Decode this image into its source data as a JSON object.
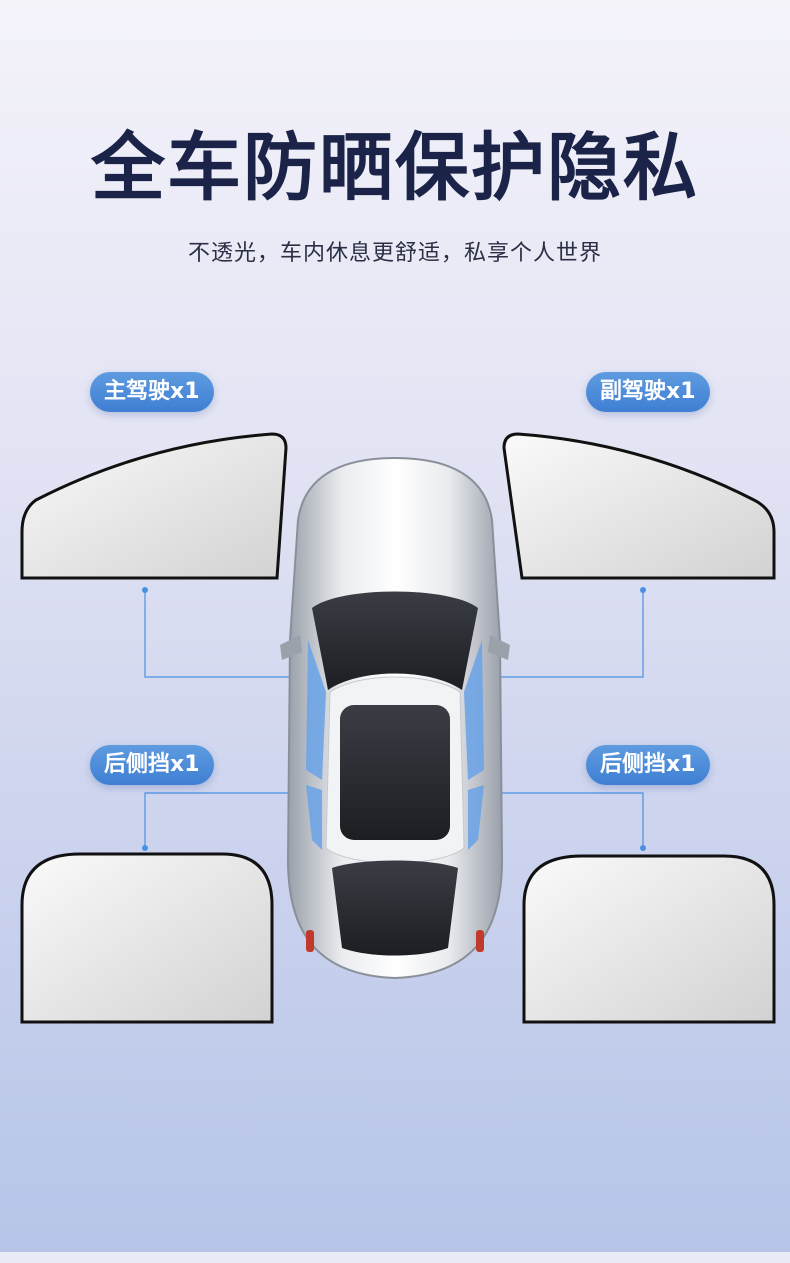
{
  "header": {
    "title": "全车防晒保护隐私",
    "subtitle": "不透光，车内休息更舒适，私享个人世界"
  },
  "labels": {
    "driver": "主驾驶x1",
    "co_driver": "副驾驶x1",
    "rear_left": "后侧挡x1",
    "rear_right": "后侧挡x1"
  },
  "colors": {
    "pill_blue": "#3f7fd3",
    "title_navy": "#1b2448",
    "connector_blue": "#4a90e2"
  }
}
